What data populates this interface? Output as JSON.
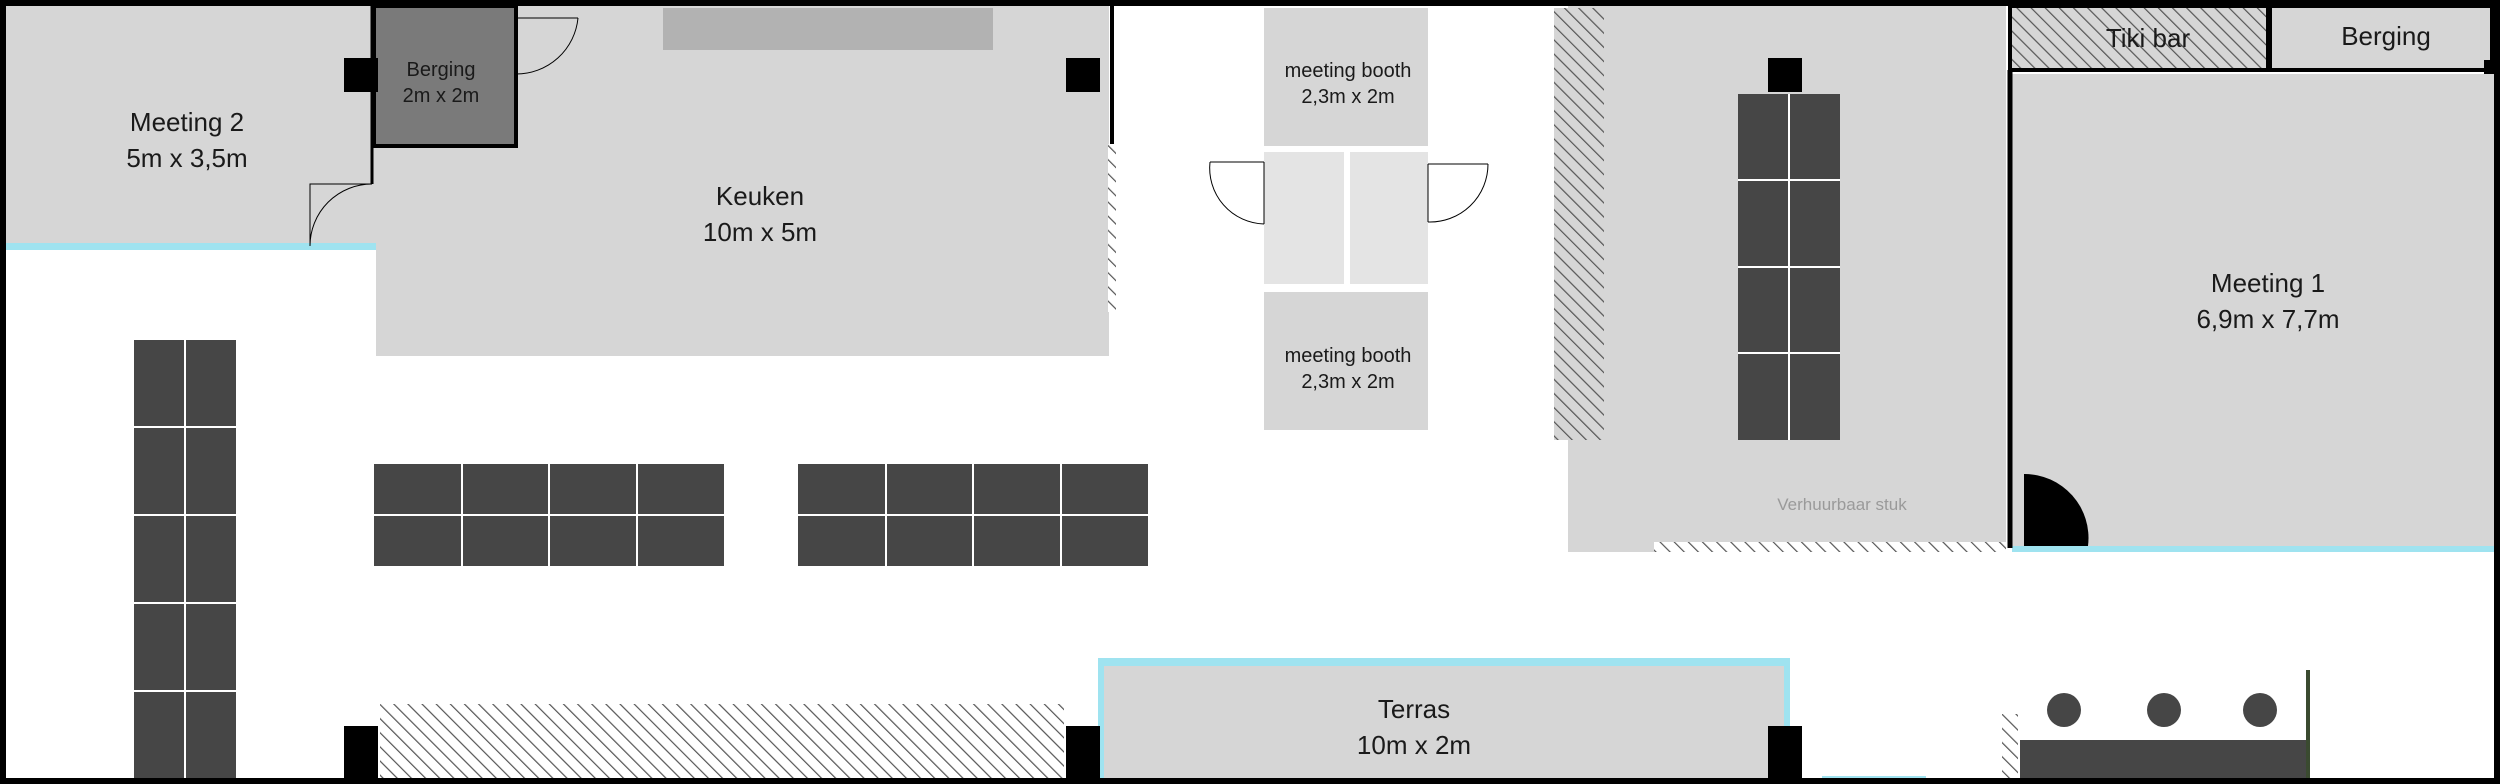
{
  "rooms": {
    "meeting2": {
      "name": "Meeting 2",
      "size": "5m x 3,5m"
    },
    "berging_small": {
      "name": "Berging",
      "size": "2m x 2m"
    },
    "keuken": {
      "name": "Keuken",
      "size": "10m x 5m"
    },
    "booth_top": {
      "name": "meeting booth",
      "size": "2,3m x 2m"
    },
    "booth_bottom": {
      "name": "meeting booth",
      "size": "2,3m x 2m"
    },
    "tiki_bar": {
      "name": "Tiki bar"
    },
    "berging_right": {
      "name": "Berging"
    },
    "meeting1": {
      "name": "Meeting 1",
      "size": "6,9m x 7,7m"
    },
    "verhuurbaar": {
      "name": "Verhuurbaar stuk"
    },
    "terras": {
      "name": "Terras",
      "size": "10m x 2m"
    }
  },
  "colors": {
    "room_fill": "#d6d6d6",
    "storage_fill": "#7a7a7a",
    "booth_entry_fill": "#e4e4e4",
    "table_fill": "#464646",
    "wall": "#000000",
    "window": "#9fe3f0",
    "hatch": "#555555"
  }
}
